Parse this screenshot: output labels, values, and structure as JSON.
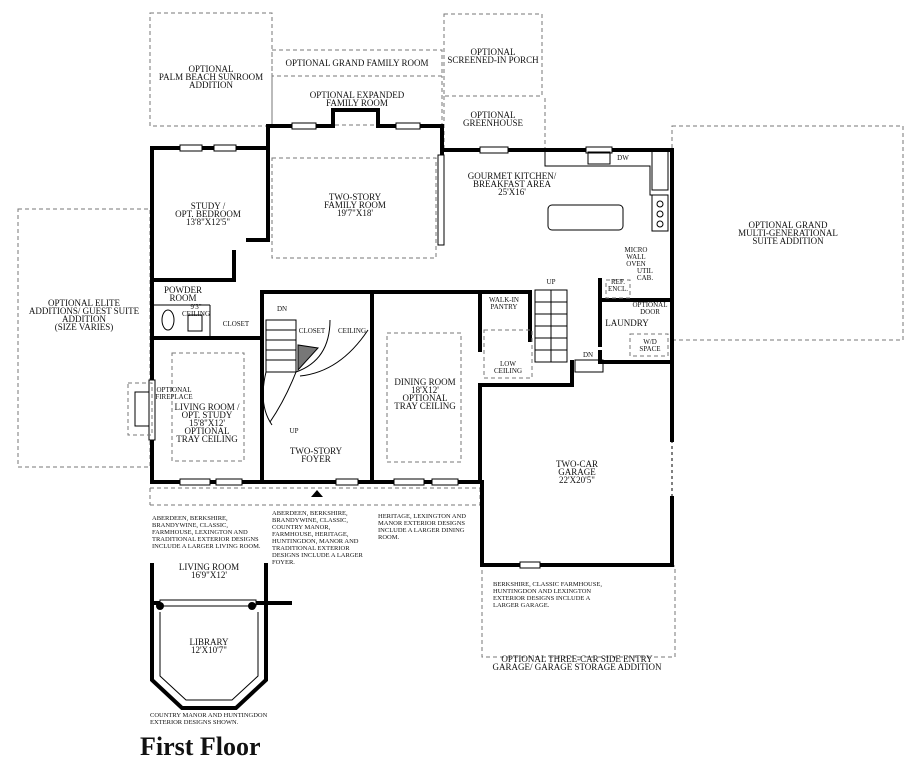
{
  "rooms": {
    "palm_beach": [
      "OPTIONAL",
      "PALM BEACH SUNROOM",
      "ADDITION"
    ],
    "grand_family": "OPTIONAL GRAND FAMILY ROOM",
    "screened_porch": [
      "OPTIONAL",
      "SCREENED-IN PORCH"
    ],
    "expanded_family": [
      "OPTIONAL EXPANDED",
      "FAMILY ROOM"
    ],
    "greenhouse": [
      "OPTIONAL",
      "GREENHOUSE"
    ],
    "study": [
      "STUDY /",
      "OPT. BEDROOM",
      "13'8\"X12'5\""
    ],
    "family_room": [
      "TWO-STORY",
      "FAMILY ROOM",
      "19'7\"X18'"
    ],
    "kitchen": [
      "GOURMET KITCHEN/",
      "BREAKFAST AREA",
      "25'X16'"
    ],
    "multigen": [
      "OPTIONAL GRAND",
      "MULTI-GENERATIONAL",
      "SUITE ADDITION"
    ],
    "elite": [
      "OPTIONAL ELITE",
      "ADDITIONS/ GUEST SUITE",
      "ADDITION",
      "(SIZE VARIES)"
    ],
    "powder": [
      "POWDER",
      "ROOM"
    ],
    "ceiling_93": [
      "9'3\"",
      "CEILING"
    ],
    "closet": "CLOSET",
    "closet2": "CLOSET",
    "ceiling": "CEILING",
    "dn1": "DN",
    "dn2": "DN",
    "up1": "UP",
    "up2": "UP",
    "walkin": [
      "WALK-IN",
      "PANTRY"
    ],
    "low_ceiling": [
      "LOW",
      "CEILING"
    ],
    "laundry": "LAUNDRY",
    "opt_door": [
      "OPTIONAL",
      "DOOR"
    ],
    "wd": [
      "W/D",
      "SPACE"
    ],
    "ref": [
      "REF.",
      "ENCL."
    ],
    "micro": [
      "MICRO",
      "WALL",
      "OVEN"
    ],
    "util": [
      "UTIL",
      "CAB."
    ],
    "dw": "DW",
    "opt_fireplace": [
      "OPTIONAL",
      "FIREPLACE"
    ],
    "living": [
      "LIVING ROOM /",
      "OPT. STUDY",
      "15'8\"X12'",
      "OPTIONAL",
      "TRAY CEILING"
    ],
    "dining": [
      "DINING ROOM",
      "18'X12'",
      "OPTIONAL",
      "TRAY CEILING"
    ],
    "foyer": [
      "TWO-STORY",
      "FOYER"
    ],
    "garage": [
      "TWO-CAR",
      "GARAGE",
      "22'X20'5\""
    ],
    "three_car": [
      "OPTIONAL THREE-CAR SIDE ENTRY",
      "GARAGE/ GARAGE STORAGE ADDITION"
    ],
    "alt_living": [
      "LIVING ROOM",
      "16'9\"X12'"
    ],
    "library": [
      "LIBRARY",
      "12'X10'7\""
    ]
  },
  "notes": {
    "note_living": [
      "ABERDEEN, BERKSHIRE,",
      "BRANDYWINE, CLASSIC,",
      "FARMHOUSE, LEXINGTON AND",
      "TRADITIONAL EXTERIOR DESIGNS",
      "INCLUDE A LARGER LIVING ROOM."
    ],
    "note_foyer": [
      "ABERDEEN, BERKSHIRE,",
      "BRANDYWINE, CLASSIC,",
      "COUNTRY MANOR,",
      "FARMHOUSE, HERITAGE,",
      "HUNTINGDON, MANOR AND",
      "TRADITIONAL EXTERIOR",
      "DESIGNS INCLUDE A LARGER",
      "FOYER."
    ],
    "note_dining": [
      "HERITAGE, LEXINGTON AND",
      "MANOR EXTERIOR DESIGNS",
      "INCLUDE A LARGER DINING",
      "ROOM."
    ],
    "note_garage": [
      "BERKSHIRE, CLASSIC FARMHOUSE,",
      "HUNTINGDON AND LEXINGTON",
      "EXTERIOR DESIGNS INCLUDE A",
      "LARGER GARAGE."
    ],
    "note_library": [
      "COUNTRY MANOR AND HUNTINGDON",
      "EXTERIOR DESIGNS SHOWN."
    ]
  },
  "title": "First Floor"
}
